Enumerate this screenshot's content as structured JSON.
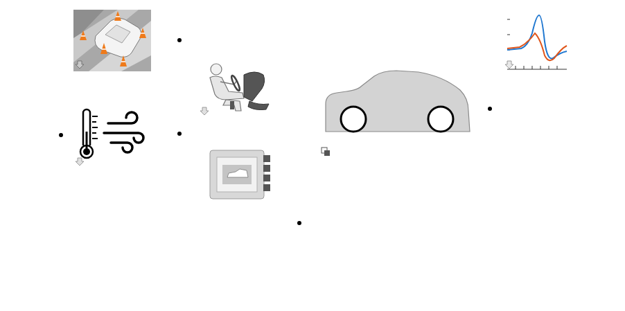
{
  "diagram": {
    "nodes": [
      {
        "text": [
          "Scenarios"
        ]
      },
      {
        "text": [
          "Visualization"
        ]
      },
      {
        "text": [
          "Driver Commands"
        ]
      },
      {
        "text": [
          "Vehicle"
        ]
      },
      {
        "text": [
          "Environment"
        ]
      },
      {
        "text": [
          "Controllers"
        ]
      },
      {
        "text": [
          "Analyze Power and Energy"
        ]
      }
    ],
    "edges": [
      {
        "from": 0,
        "to": 1,
        "arrow": "to"
      },
      {
        "from": 0,
        "to": 1,
        "arrow": "to"
      },
      {
        "from": 0,
        "to": 2,
        "arrow": "to"
      },
      {
        "from": 0,
        "to": 2,
        "arrow": "to"
      },
      {
        "from": 4,
        "to": 2,
        "arrow": "to"
      },
      {
        "from": 4,
        "to": 3,
        "arrow": "to"
      },
      {
        "from": 2,
        "to": 3,
        "arrow": "to"
      },
      {
        "from": 5,
        "to": 3,
        "arrow": "to"
      },
      {
        "from": 3,
        "to": 1,
        "arrow": "to"
      },
      {
        "from": 3,
        "to": 5,
        "arrow": "to"
      },
      {
        "from": 3,
        "to": 4,
        "arrow": "to"
      },
      {
        "from": 3,
        "to": 0,
        "arrow": "to"
      }
    ]
  }
}
